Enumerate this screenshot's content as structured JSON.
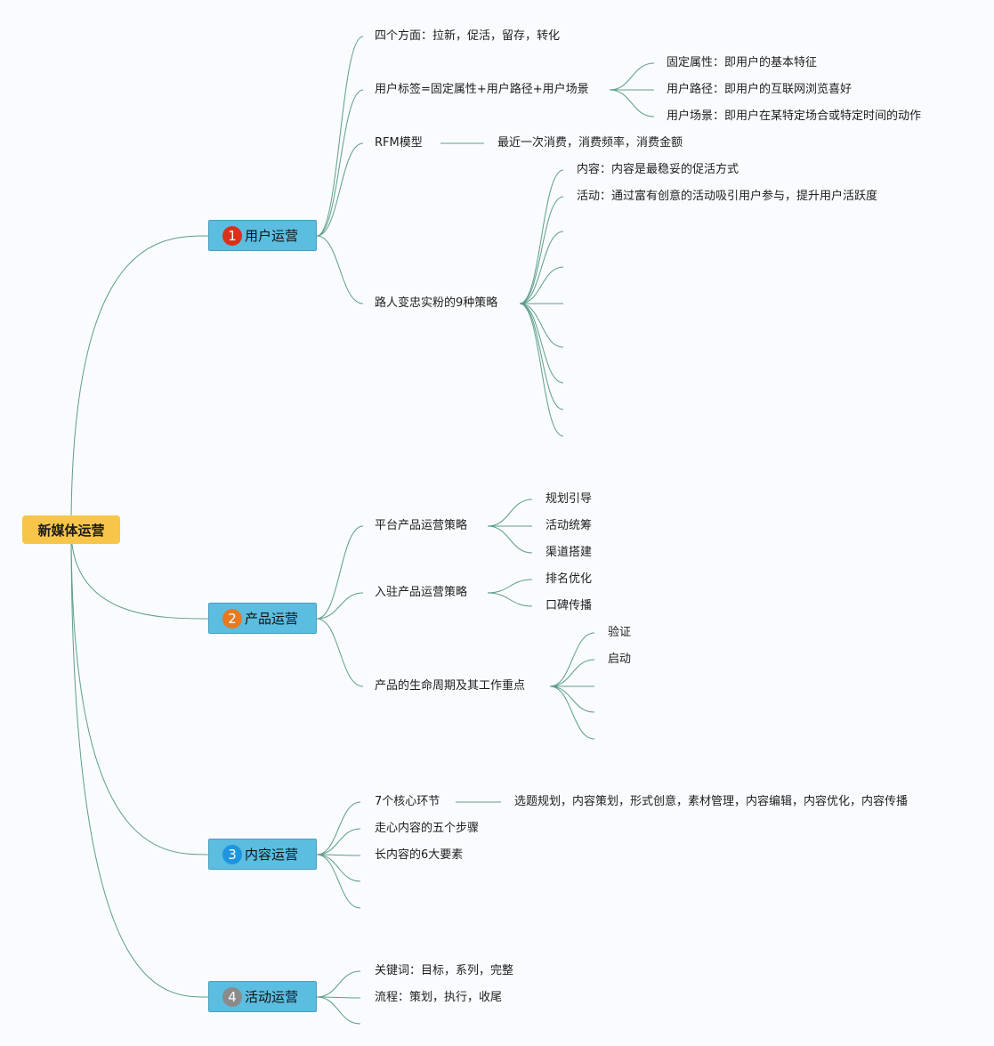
{
  "root": {
    "label": "新媒体运营"
  },
  "colors": {
    "root_fill": "#f7c54a",
    "branch_fill": "#5bbde0",
    "link_stroke": "#5e9e8a",
    "badge_1": "#d9311a",
    "badge_2": "#e8791f",
    "badge_3": "#1f95e0",
    "badge_4": "#8b8b8b"
  },
  "branches": [
    {
      "number": "1",
      "label": "用户运营",
      "children": [
        {
          "label": "四个方面：拉新，促活，留存，转化"
        },
        {
          "label": "用户标签=固定属性+用户路径+用户场景",
          "children": [
            {
              "label": "固定属性：即用户的基本特征"
            },
            {
              "label": "用户路径：即用户的互联网浏览喜好"
            },
            {
              "label": "用户场景：即用户在某特定场合或特定时间的动作"
            }
          ]
        },
        {
          "label": "RFM模型",
          "summary": "最近一次消费，消费频率，消费金额"
        },
        {
          "label": "路人变忠实粉的9种策略",
          "children": [
            {
              "label": "内容：内容是最稳妥的促活方式"
            },
            {
              "label": "活动：通过富有创意的活动吸引用户参与，提升用户活跃度"
            }
          ]
        }
      ]
    },
    {
      "number": "2",
      "label": "产品运营",
      "children": [
        {
          "label": "平台产品运营策略",
          "children": [
            {
              "label": "规划引导"
            },
            {
              "label": "活动统筹"
            },
            {
              "label": "渠道搭建"
            }
          ]
        },
        {
          "label": "入驻产品运营策略",
          "children": [
            {
              "label": "排名优化"
            },
            {
              "label": "口碑传播"
            }
          ]
        },
        {
          "label": "产品的生命周期及其工作重点",
          "children": [
            {
              "label": "验证"
            },
            {
              "label": "启动"
            }
          ]
        }
      ]
    },
    {
      "number": "3",
      "label": "内容运营",
      "children": [
        {
          "label": "7个核心环节",
          "summary": "选题规划，内容策划，形式创意，素材管理，内容编辑，内容优化，内容传播"
        },
        {
          "label": "走心内容的五个步骤"
        },
        {
          "label": "长内容的6大要素"
        }
      ]
    },
    {
      "number": "4",
      "label": "活动运营",
      "children": [
        {
          "label": "关键词：目标，系列，完整"
        },
        {
          "label": "流程：策划，执行，收尾"
        }
      ]
    }
  ]
}
